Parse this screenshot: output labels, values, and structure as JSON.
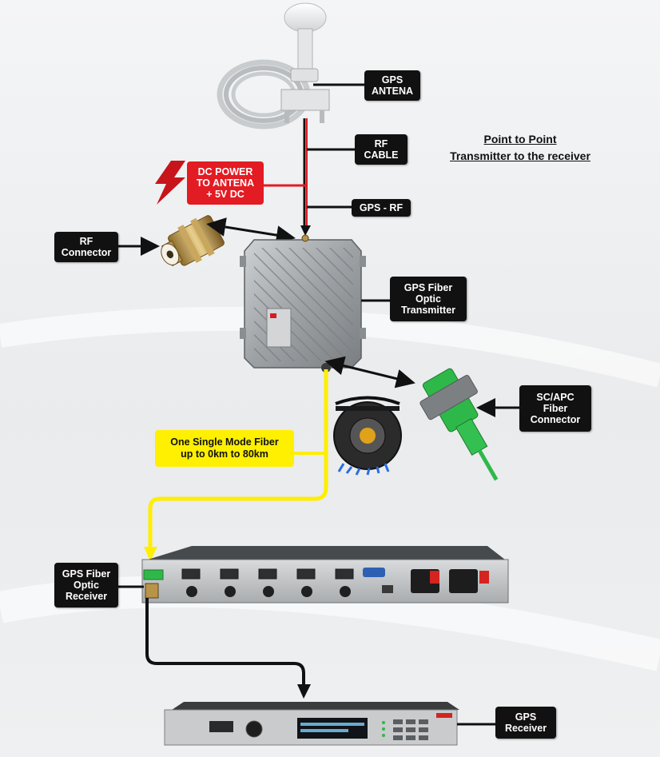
{
  "heading": {
    "line1": "Point to Point",
    "line2": "Transmitter to the receiver"
  },
  "labels": {
    "gps_antenna": "GPS\nANTENA",
    "rf_cable": "RF\nCABLE",
    "dc_power": "DC POWER\nTO ANTENA\n+ 5V DC",
    "gps_rf": "GPS - RF",
    "rf_connector": "RF\nConnector",
    "transmitter": "GPS Fiber\nOptic\nTransmitter",
    "fiber_connector": "SC/APC\nFiber\nConnector",
    "single_mode_fiber": "One Single Mode Fiber\nup to 0km to 80km",
    "receiver": "GPS Fiber\nOptic\nReceiver",
    "gps_receiver": "GPS\nReceiver"
  },
  "colors": {
    "label_bg": "#111111",
    "power_red": "#e31b23",
    "fiber_yellow": "#ffef00",
    "fiber_green": "#2fb84a"
  }
}
